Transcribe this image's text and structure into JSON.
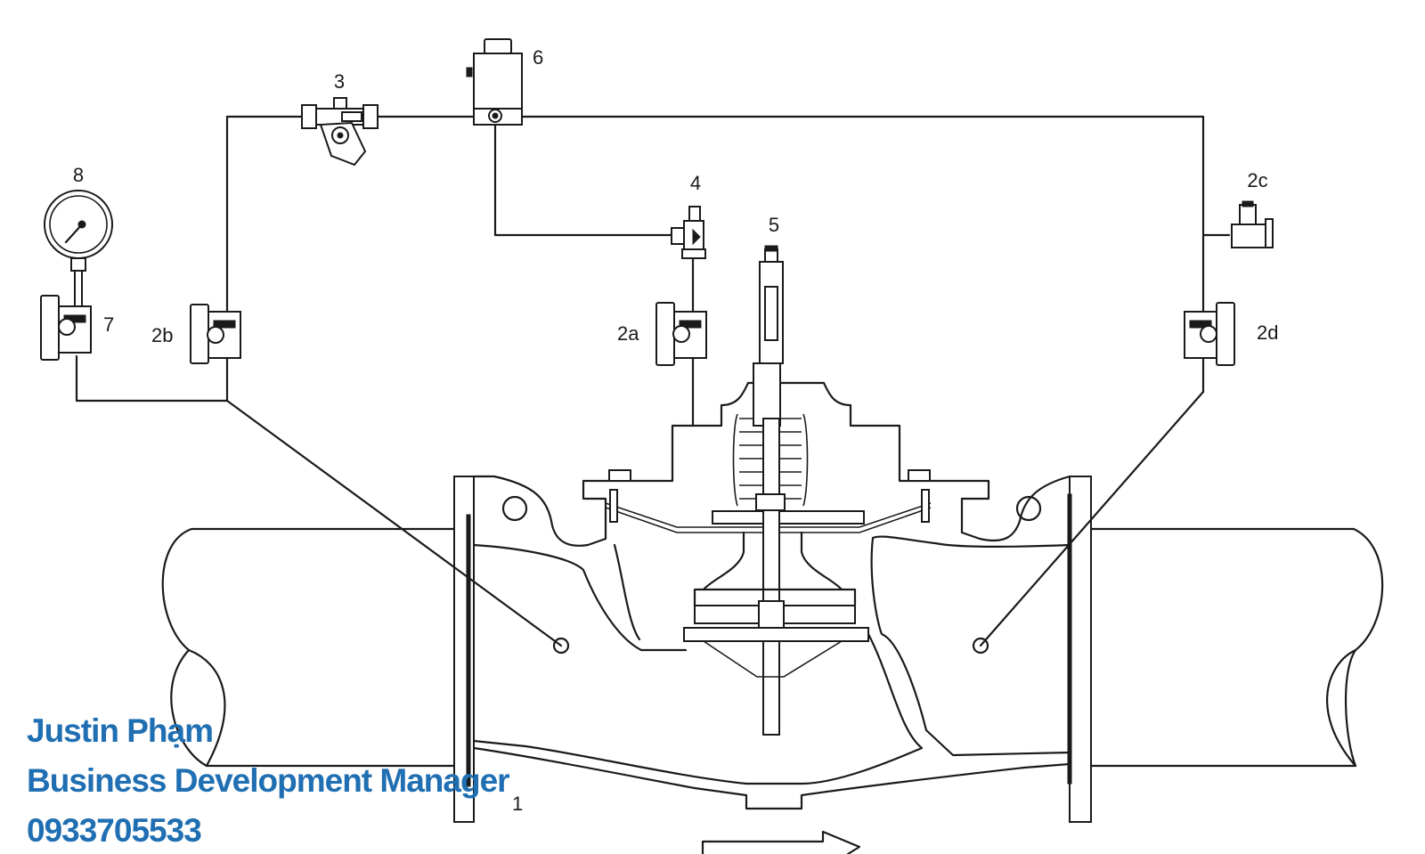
{
  "labels": {
    "main_valve": "1",
    "ball_valve_a": "2a",
    "ball_valve_b": "2b",
    "ball_valve_c": "2c",
    "ball_valve_d": "2d",
    "strainer": "3",
    "needle_valve": "4",
    "position_indicator": "5",
    "solenoid_valve": "6",
    "gauge_cock": "7",
    "pressure_gauge": "8"
  },
  "contact": {
    "name": "Justin Phạm",
    "title": "Business Development Manager",
    "phone": "0933705533"
  },
  "colors": {
    "line": "#1a1a1a",
    "contact_text": "#1f6fb2"
  },
  "icons": {
    "flow_direction": "right-arrow-icon",
    "gauge": "pressure-gauge-icon"
  }
}
